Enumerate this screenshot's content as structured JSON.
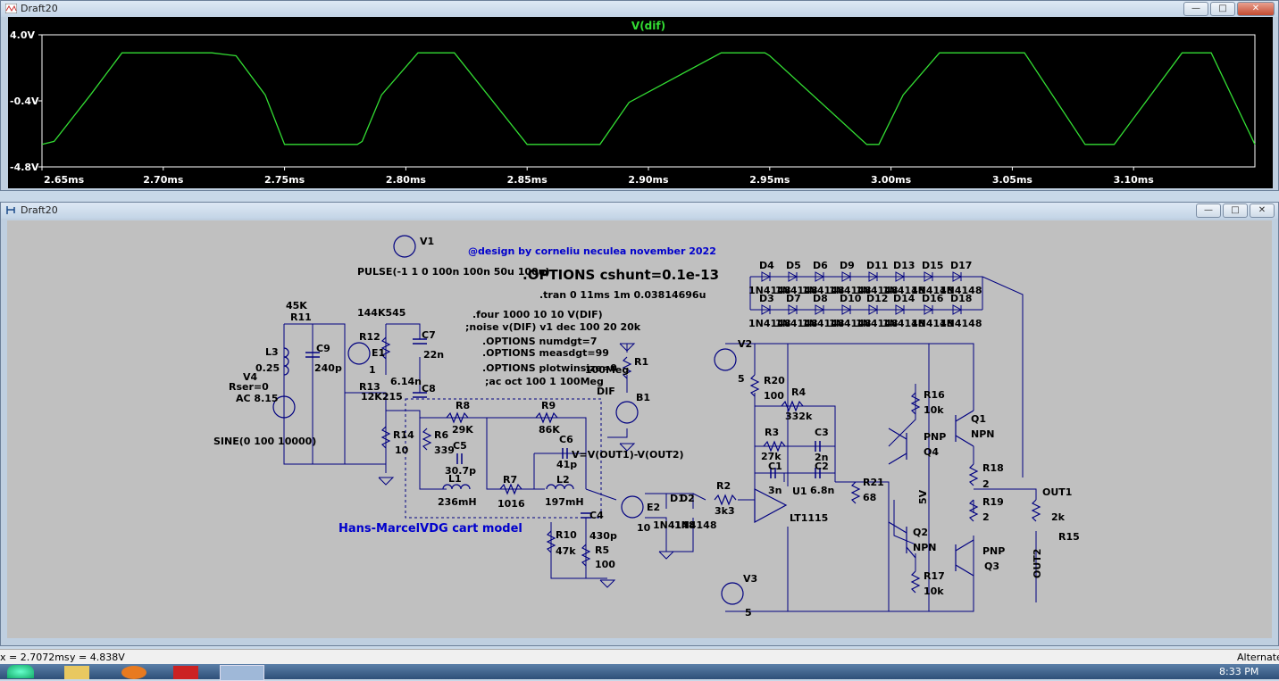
{
  "plot_window": {
    "title": "Draft20",
    "trace_name": "V(dif)",
    "trace_color": "#33dd33",
    "yticks": [
      "4.0V",
      "-0.4V",
      "-4.8V"
    ],
    "xticks": [
      "2.65ms",
      "2.70ms",
      "2.75ms",
      "2.80ms",
      "2.85ms",
      "2.90ms",
      "2.95ms",
      "3.00ms",
      "3.05ms",
      "3.10ms"
    ]
  },
  "chart_data": {
    "type": "line",
    "title": "V(dif)",
    "xlabel": "",
    "ylabel": "",
    "xlim": [
      2.65,
      3.15
    ],
    "ylim": [
      -4.8,
      4.0
    ],
    "x": [
      2.65,
      2.655,
      2.67,
      2.683,
      2.72,
      2.73,
      2.742,
      2.75,
      2.78,
      2.782,
      2.79,
      2.805,
      2.82,
      2.85,
      2.88,
      2.892,
      2.93,
      2.948,
      2.95,
      2.99,
      2.995,
      3.005,
      3.02,
      3.055,
      3.08,
      3.092,
      3.12,
      3.132,
      3.15
    ],
    "y": [
      -3.3,
      -3.1,
      0.0,
      2.8,
      2.8,
      2.6,
      0.0,
      -3.3,
      -3.3,
      -3.1,
      0.0,
      2.8,
      2.8,
      -3.3,
      -3.3,
      -0.5,
      2.8,
      2.8,
      2.6,
      -3.3,
      -3.3,
      0.0,
      2.8,
      2.8,
      -3.3,
      -3.3,
      2.8,
      2.8,
      -3.3
    ]
  },
  "schematic_window": {
    "title": "Draft20",
    "labels": {
      "designer": "@design by corneliu neculea november 2022",
      "options_cshunt": ".OPTIONS cshunt=0.1e-13",
      "tran": ".tran 0 11ms 1m 0.03814696u",
      "four": ".four 1000 10 10 V(DIF)",
      "noise": ";noise v(DIF) v1 dec 100 20 20k",
      "numdgt": ".OPTIONS numdgt=7",
      "measdgt": ".OPTIONS measdgt=99",
      "plotwinsize": ".OPTIONS plotwinsize=0",
      "ac": ";ac oct 100 1 100Meg",
      "pulse": "PULSE(-1 1 0 100n 100n 50u 100u)",
      "sine": "SINE(0 100 10000)",
      "model": "Hans-MarcelVDG cart model",
      "bexpr": "V=V(OUT1)-V(OUT2)"
    },
    "components": {
      "V1": "V1",
      "V2": "V2",
      "V3": "V3",
      "V4": "V4",
      "V2val": "5",
      "V3val": "5",
      "Rser": "Rser=0",
      "AC": "AC 8.15",
      "R11": "R11",
      "R11v": "45K",
      "R12": "R12",
      "R12v": "144K545",
      "E1": "E1",
      "E1v": "1",
      "C7": "C7",
      "C7v": "22n",
      "C9": "C9",
      "C9v": "240p",
      "L3": "L3",
      "L3v": "0.25",
      "R13": "R13",
      "R13v": "12K215",
      "C8": "C8",
      "C8v": "6.14n",
      "R14": "R14",
      "R14v": "10",
      "R8": "R8",
      "R8v": "29K",
      "R9": "R9",
      "R9v": "86K",
      "R6": "R6",
      "R6v": "339",
      "C5": "C5",
      "C5v": "30.7p",
      "C6": "C6",
      "C6v": "41p",
      "L1": "L1",
      "L1v": "236mH",
      "R7": "R7",
      "R7v": "1016",
      "L2": "L2",
      "L2v": "197mH",
      "C4": "C4",
      "C4v": "430p",
      "R10": "R10",
      "R10v": "47k",
      "R5": "R5",
      "R5v": "100",
      "R1": "R1",
      "R1v": "100Meg",
      "B1": "B1",
      "DIF": "DIF",
      "E2": "E2",
      "E2v": "10",
      "D1": "D1",
      "D2": "D2",
      "Dmodel": "1N4148",
      "R2": "R2",
      "R2v": "3k3",
      "R20": "R20",
      "R20v": "100",
      "R4": "R4",
      "R4v": "332k",
      "R3": "R3",
      "R3v": "27k",
      "C3": "C3",
      "C3v": "2n",
      "C1": "C1",
      "C1v": "3n",
      "C2": "C2",
      "C2v": "6.8n",
      "U1": "U1",
      "U1v": "LT1115",
      "R21": "R21",
      "R21v": "68",
      "R16": "R16",
      "R16v": "10k",
      "R17": "R17",
      "R17v": "10k",
      "Q1": "Q1",
      "Q1t": "NPN",
      "Q4": "Q4",
      "Q4t": "PNP",
      "Q2": "Q2",
      "Q2t": "NPN",
      "Q3": "Q3",
      "Q3t": "PNP",
      "R18": "R18",
      "R18v": "2",
      "R19": "R19",
      "R19v": "2",
      "R15": "R15",
      "R15v": "2k",
      "OUT1": "OUT1",
      "OUT2": "OUT2",
      "FV": "5V",
      "diodes_top": [
        "D4",
        "D5",
        "D6",
        "D9",
        "D11",
        "D13",
        "D15",
        "D17"
      ],
      "diodes_bot": [
        "D3",
        "D7",
        "D8",
        "D10",
        "D12",
        "D14",
        "D16",
        "D18"
      ]
    }
  },
  "status": {
    "x": "x = 2.7072ms",
    "y": "y = 4.838V",
    "right": "Alternate"
  },
  "taskbar": {
    "time": "8:33 PM"
  }
}
